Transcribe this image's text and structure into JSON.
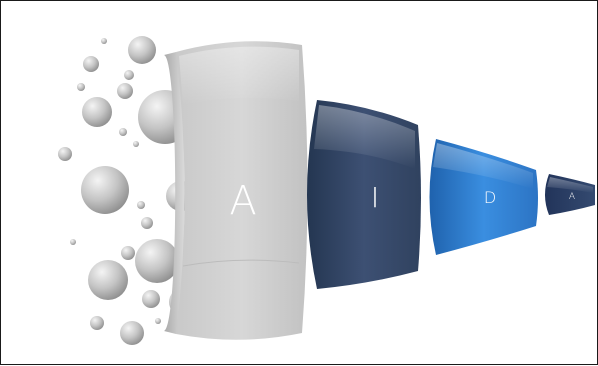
{
  "segments": [
    {
      "letter": "A",
      "color": "#d1d1d1"
    },
    {
      "letter": "I",
      "color": "#374a68"
    },
    {
      "letter": "D",
      "color": "#2f7fd0"
    },
    {
      "letter": "A",
      "color": "#2f4366"
    }
  ],
  "bubble_color": "#b9b9b9"
}
